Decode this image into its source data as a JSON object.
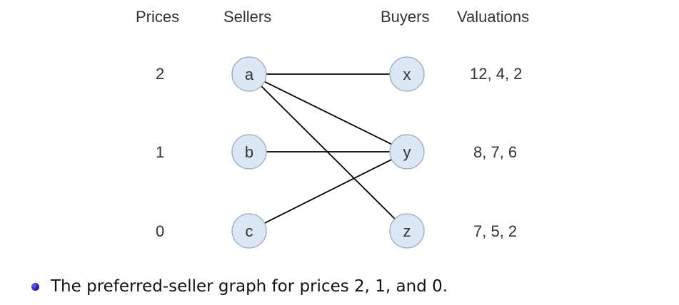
{
  "headers": {
    "prices": "Prices",
    "sellers": "Sellers",
    "buyers": "Buyers",
    "valuations": "Valuations"
  },
  "prices": [
    "2",
    "1",
    "0"
  ],
  "sellers": [
    "a",
    "b",
    "c"
  ],
  "buyers": [
    "x",
    "y",
    "z"
  ],
  "valuations": [
    "12, 4, 2",
    "8, 7, 6",
    "7, 5, 2"
  ],
  "edges": [
    {
      "from": "a",
      "to": "x"
    },
    {
      "from": "a",
      "to": "y"
    },
    {
      "from": "a",
      "to": "z"
    },
    {
      "from": "b",
      "to": "y"
    },
    {
      "from": "c",
      "to": "y"
    }
  ],
  "caption": "The preferred-seller graph for prices 2, 1, and 0."
}
